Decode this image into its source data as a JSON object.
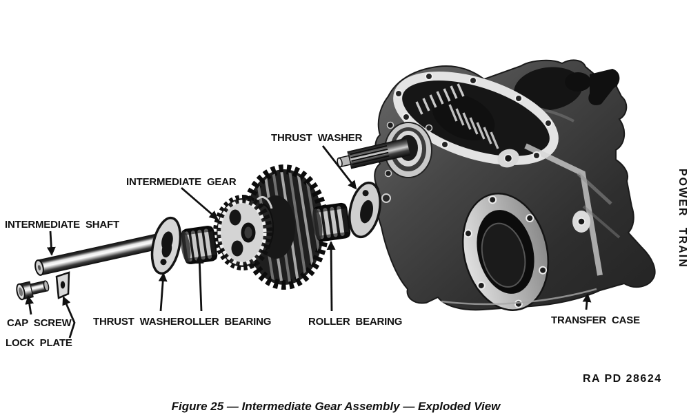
{
  "page": {
    "background": "#ffffff",
    "ink_color": "#101010",
    "side_header": "POWER TRAIN",
    "photo_id": "RA PD 28624",
    "caption": "Figure 25 — Intermediate Gear Assembly — Exploded View"
  },
  "diagram": {
    "figure_number": "Figure 25",
    "title": "Intermediate Gear Assembly — Exploded View",
    "subject": "Transfer case intermediate gear exploded view",
    "callouts": [
      {
        "id": "thrust-washer-upper",
        "text": "THRUST WASHER"
      },
      {
        "id": "intermediate-gear",
        "text": "INTERMEDIATE GEAR"
      },
      {
        "id": "intermediate-shaft",
        "text": "INTERMEDIATE SHAFT"
      },
      {
        "id": "cap-screw",
        "text": "CAP SCREW"
      },
      {
        "id": "lock-plate",
        "text": "LOCK PLATE"
      },
      {
        "id": "thrust-washer-lower",
        "text": "THRUST WASHER"
      },
      {
        "id": "roller-bearing-left",
        "text": "ROLLER BEARING"
      },
      {
        "id": "roller-bearing-right",
        "text": "ROLLER BEARING"
      },
      {
        "id": "transfer-case",
        "text": "TRANSFER CASE"
      }
    ]
  }
}
